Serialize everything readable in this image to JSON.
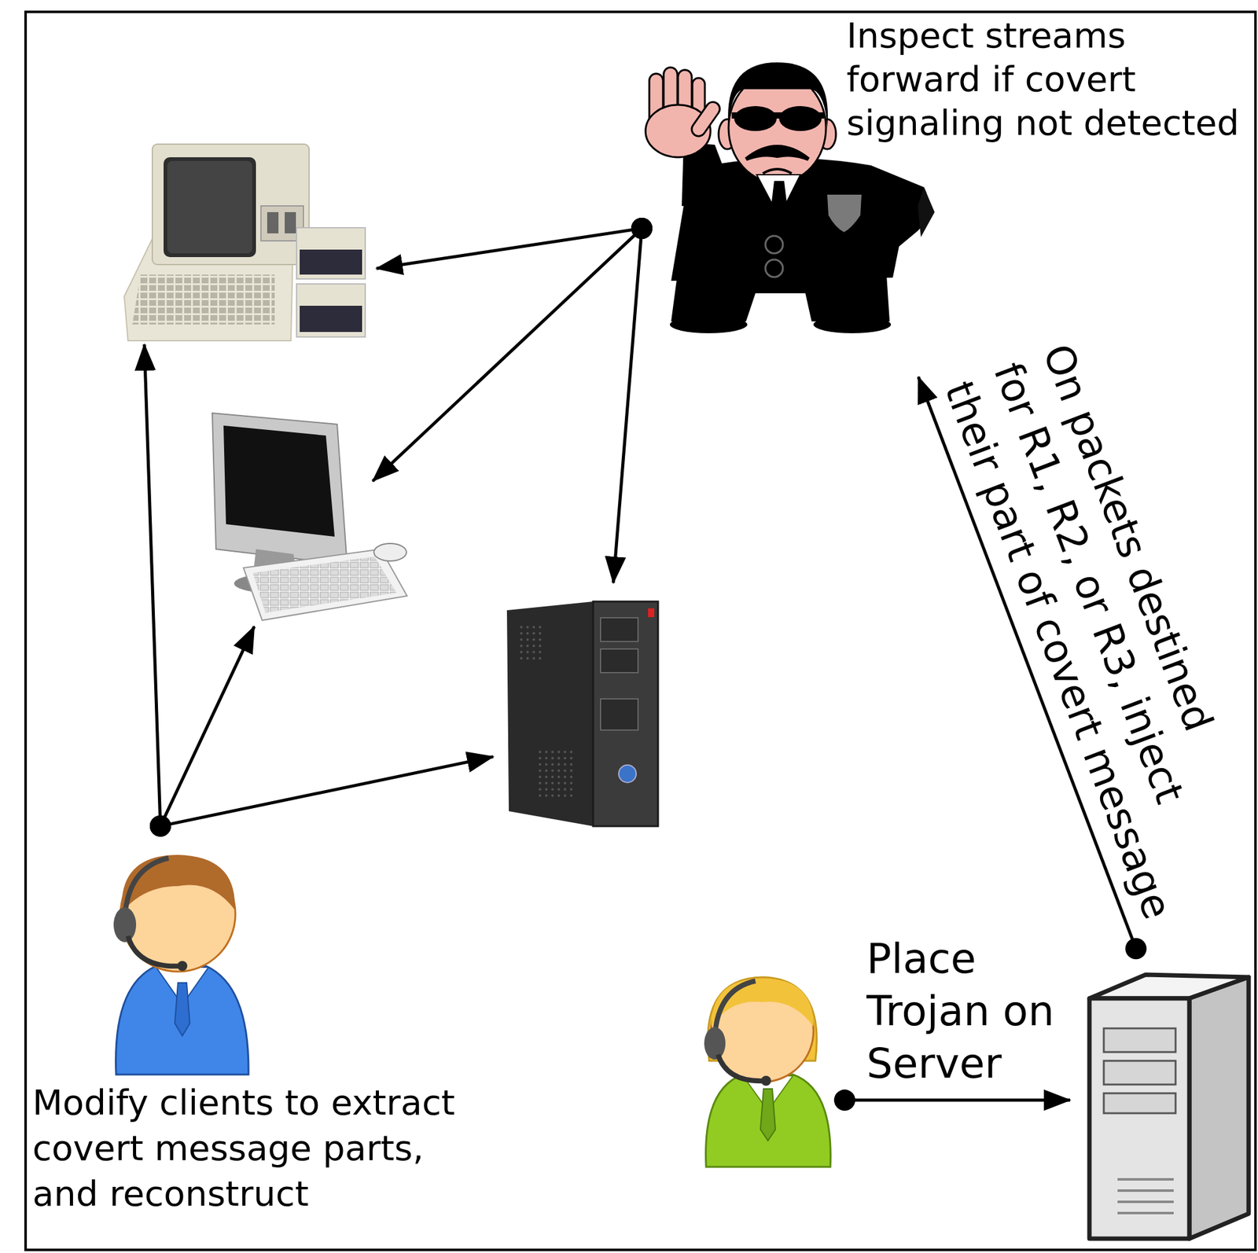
{
  "diagram": {
    "nodes": [
      {
        "text": [
          "Inspect streams forward if covert signaling not detected"
        ]
      },
      {
        "text": []
      },
      {
        "text": []
      },
      {
        "text": []
      },
      {
        "text": [
          "Modify clients to extract covert message parts, and reconstruct"
        ]
      },
      {
        "text": []
      },
      {
        "text": []
      }
    ],
    "edges": [
      {
        "from": 0,
        "to": 1,
        "arrow": "to"
      },
      {
        "from": 0,
        "to": 2,
        "arrow": "to"
      },
      {
        "from": 0,
        "to": 3,
        "arrow": "to"
      },
      {
        "from": 4,
        "to": 1,
        "arrow": "to"
      },
      {
        "from": 4,
        "to": 2,
        "arrow": "to"
      },
      {
        "from": 4,
        "to": 3,
        "arrow": "to"
      },
      {
        "from": 6,
        "to": 0,
        "label": "On packets destined for R1, R2, or R3, inject their part of covert message",
        "arrow": "to"
      },
      {
        "from": 5,
        "to": 6,
        "label": "Place Trojan on Server",
        "arrow": "to"
      }
    ]
  }
}
